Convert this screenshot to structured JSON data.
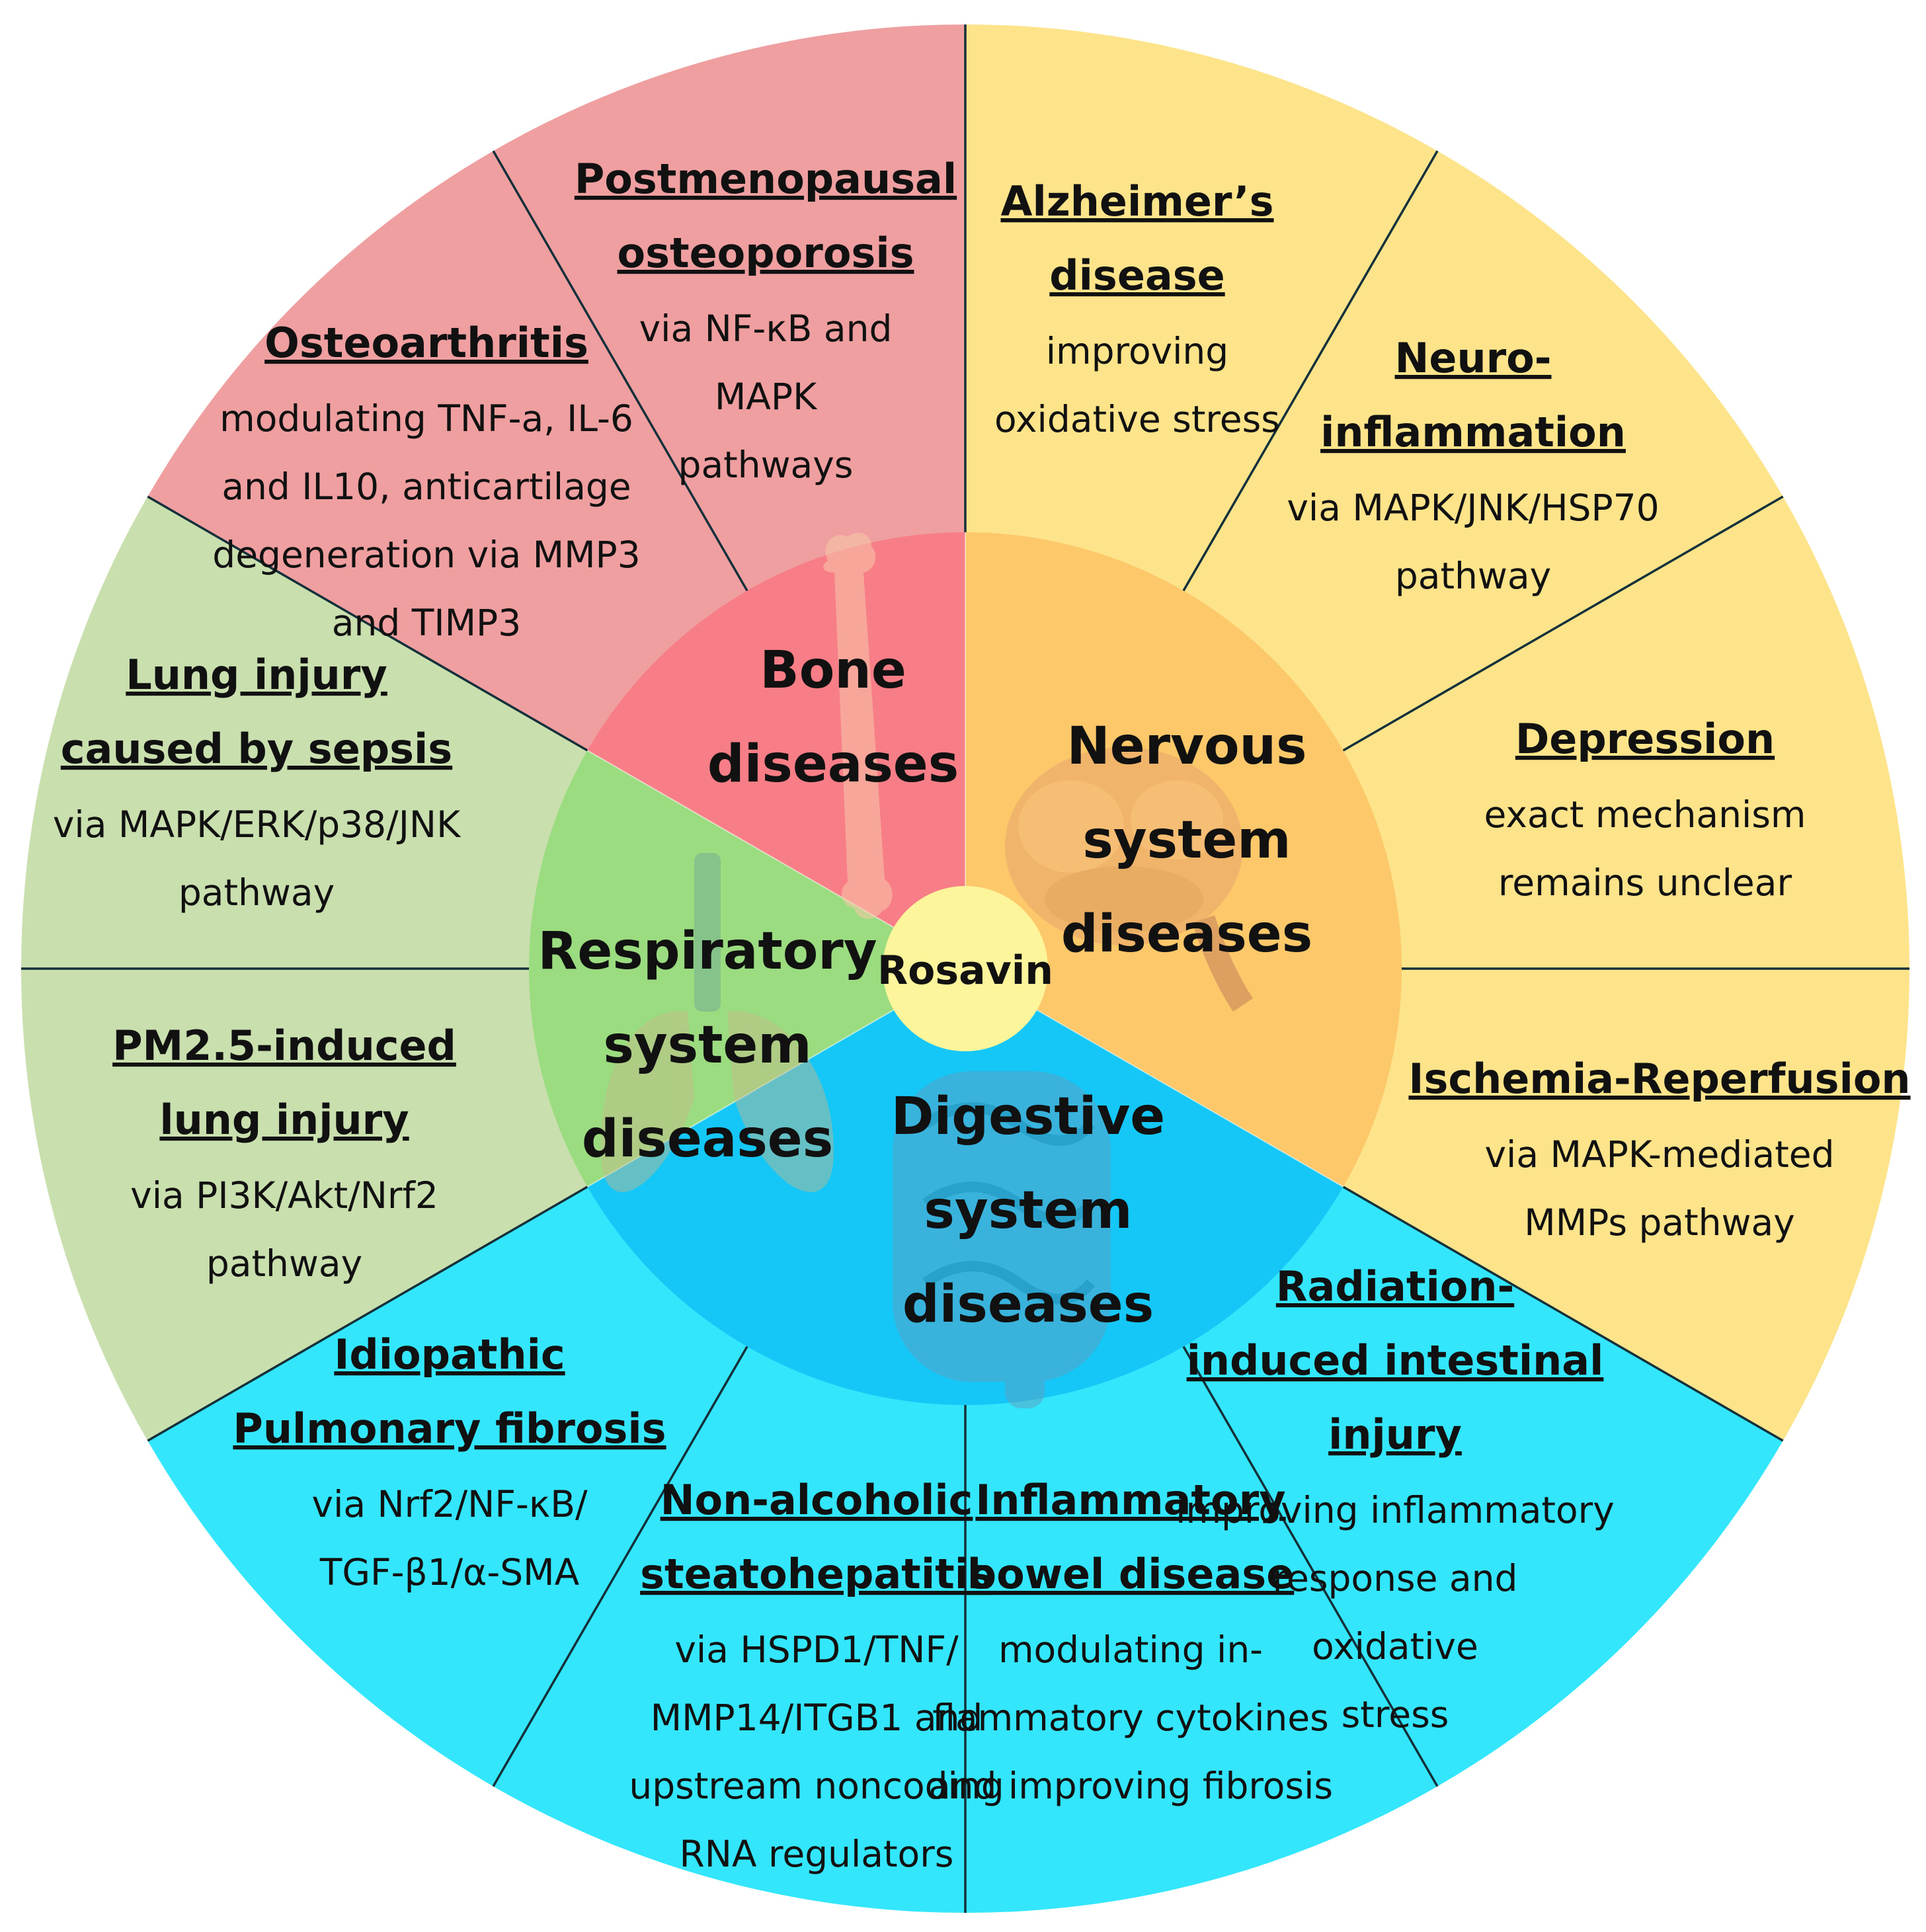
{
  "palette": {
    "bone_outer": "#f09fa0",
    "bone_inner": "#f77d87",
    "nervous_outer": "#fde38a",
    "nervous_inner": "#fdc86a",
    "digestive_outer": "#34e6fc",
    "digestive_inner": "#14c7f7",
    "respiratory_outer": "#c9dfae",
    "respiratory_inner": "#9cdc80",
    "center": "#fdf59b"
  },
  "center_label": "Rosavin",
  "categories": {
    "bone": [
      "Bone",
      "diseases"
    ],
    "nervous": [
      "Nervous",
      "system",
      "diseases"
    ],
    "digestive": [
      "Digestive",
      "system",
      "diseases"
    ],
    "respiratory": [
      "Respiratory",
      "system",
      "diseases"
    ]
  },
  "icons": {
    "bone": "femur-bone-icon",
    "nervous": "brain-icon",
    "digestive": "intestine-icon",
    "respiratory": "lungs-icon"
  },
  "diseases": [
    {
      "title": [
        "Postmenopausal",
        "osteoporosis"
      ],
      "desc": [
        "via NF-κB and",
        "MAPK",
        "pathways"
      ]
    },
    {
      "title": [
        "Osteoarthritis"
      ],
      "desc": [
        "modulating  TNF-a, IL-6",
        "and IL10,  anticartilage",
        "degeneration via MMP3",
        "and TIMP3"
      ]
    },
    {
      "title": [
        "Alzheimer’s",
        "disease"
      ],
      "desc": [
        "improving",
        "oxidative stress"
      ]
    },
    {
      "title": [
        "Neuro-",
        "inflammation"
      ],
      "desc": [
        "via MAPK/JNK/HSP70",
        "pathway"
      ]
    },
    {
      "title": [
        "Depression"
      ],
      "desc": [
        "exact mechanism",
        "remains  unclear"
      ]
    },
    {
      "title": [
        "Ischemia-Reperfusion"
      ],
      "desc": [
        "via MAPK-mediated",
        "MMPs pathway"
      ]
    },
    {
      "title": [
        "Radiation-",
        "induced intestinal",
        "injury"
      ],
      "desc": [
        "improving inflammatory",
        "response and",
        "oxidative",
        "stress"
      ]
    },
    {
      "title": [
        "Inflammatory",
        "bowel disease"
      ],
      "desc": [
        "modulating in-",
        "flammatory cytokines",
        "and improving fibrosis"
      ]
    },
    {
      "title": [
        "Non-alcoholic",
        "steatohepatitis"
      ],
      "desc": [
        "via HSPD1/TNF/",
        "MMP14/ITGB1 and",
        "upstream noncoding",
        "RNA regulators"
      ]
    },
    {
      "title": [
        "Idiopathic",
        "Pulmonary fibrosis"
      ],
      "desc": [
        "via Nrf2/NF-κB/",
        "TGF-β1/α-SMA"
      ]
    },
    {
      "title": [
        "PM2.5-induced",
        "lung injury"
      ],
      "desc": [
        "via PI3K/Akt/Nrf2",
        "pathway"
      ]
    },
    {
      "title": [
        "Lung injury",
        "caused by sepsis"
      ],
      "desc": [
        "via MAPK/ERK/p38/JNK",
        "pathway"
      ]
    }
  ]
}
